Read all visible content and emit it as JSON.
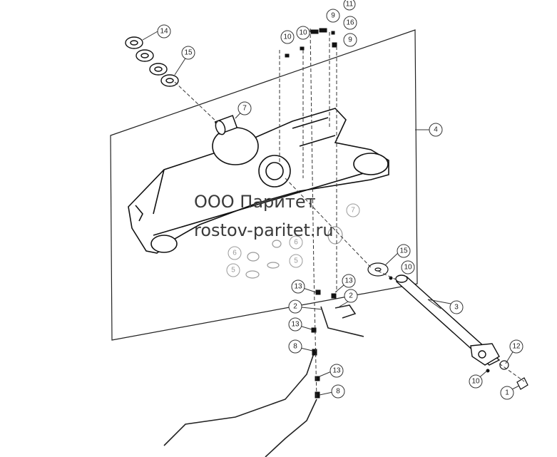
{
  "watermark": {
    "line1": "ООО Паритет",
    "line2": "rostov-paritet.ru"
  },
  "callouts": {
    "c14": "14",
    "c15a": "15",
    "c7a": "7",
    "c10a": "10",
    "c10b": "10",
    "c11": "11",
    "c9a": "9",
    "c16": "16",
    "c9b": "9",
    "c4": "4",
    "c7b": "7",
    "c6a": "6",
    "c6b": "6",
    "c5a": "5",
    "c5b": "5",
    "c15b": "15",
    "c10c": "10",
    "c13a": "13",
    "c13b": "13",
    "c2a": "2",
    "c2b": "2",
    "c13c": "13",
    "c8a": "8",
    "c13d": "13",
    "c8b": "8",
    "c3": "3",
    "c12": "12",
    "c10d": "10",
    "c1": "1"
  }
}
